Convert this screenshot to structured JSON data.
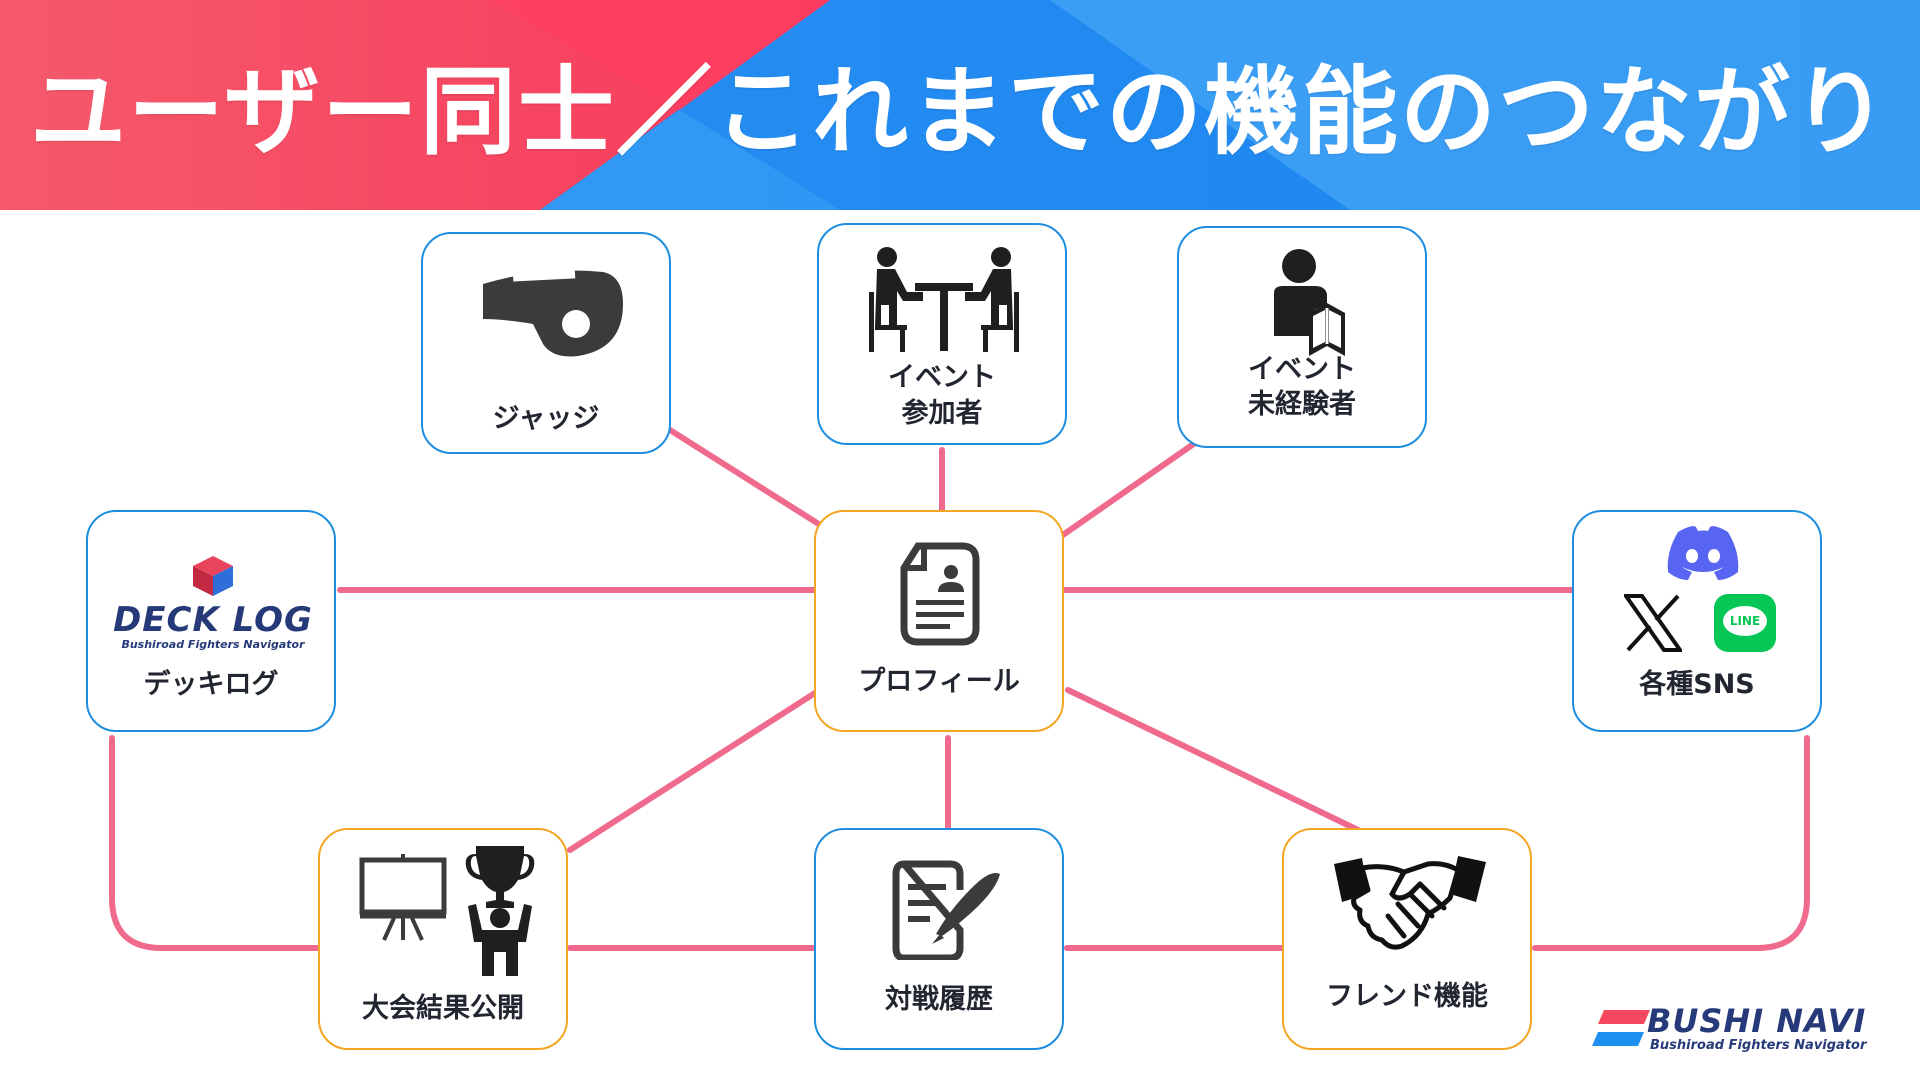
{
  "header": {
    "title": "ユーザー同士／これまでの機能のつながり",
    "colors": {
      "pink": "#f5485e",
      "blue": "#1e90f0",
      "lightblue": "#4aa8f7"
    }
  },
  "connector_color": "#ef6a8c",
  "nodes": {
    "judge": {
      "label": "ジャッジ",
      "icon": "whistle-icon"
    },
    "event_participant": {
      "line1": "イベント",
      "line2": "参加者",
      "icon": "people-at-table-icon"
    },
    "event_newcomer": {
      "line1": "イベント",
      "line2": "未経験者",
      "icon": "person-with-book-icon"
    },
    "decklog": {
      "label": "デッキログ",
      "logo_text": "DECK LOG",
      "logo_sub": "Bushiroad Fighters Navigator",
      "icon": "decklog-logo"
    },
    "profile": {
      "label": "プロフィール",
      "icon": "profile-document-icon"
    },
    "sns": {
      "label": "各種SNS",
      "icons": [
        "discord-icon",
        "x-icon",
        "line-icon"
      ],
      "line_text": "LINE"
    },
    "tournament_results": {
      "label": "大会結果公開",
      "icons": [
        "presentation-board-icon",
        "trophy-winner-icon"
      ]
    },
    "match_history": {
      "label": "対戦履歴",
      "icon": "document-pen-icon"
    },
    "friend": {
      "label": "フレンド機能",
      "icon": "handshake-icon"
    }
  },
  "brand": {
    "name": "BUSHI NAVI",
    "sub": "Bushiroad Fighters Navigator"
  }
}
